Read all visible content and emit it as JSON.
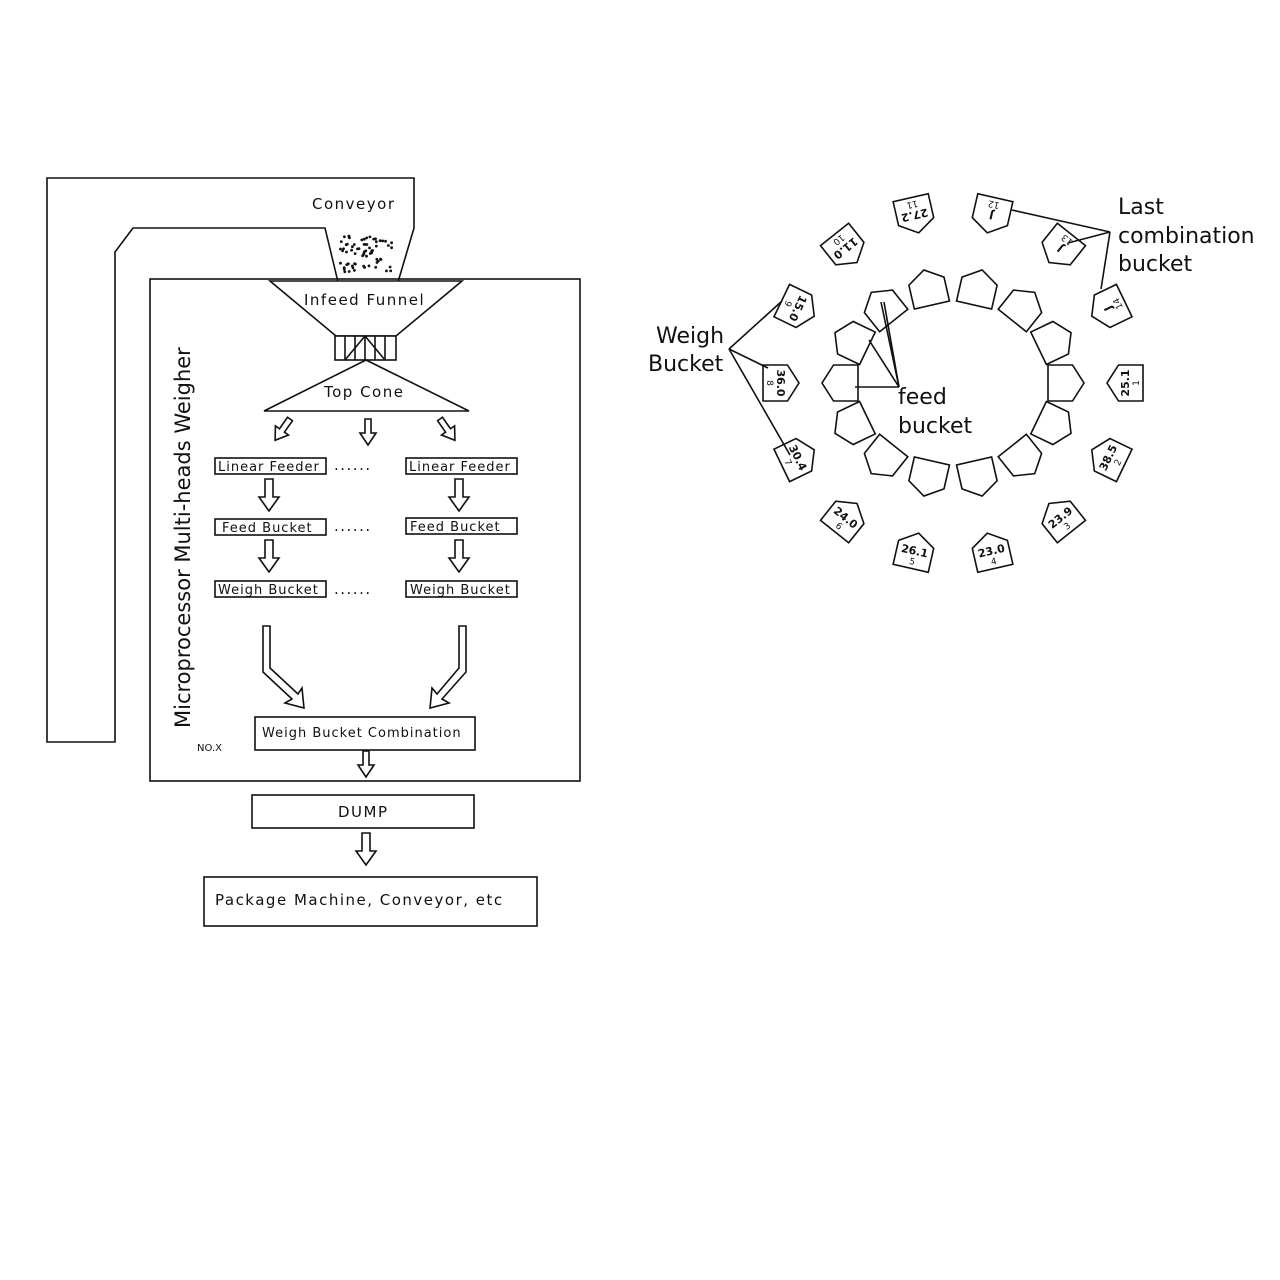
{
  "flowchart": {
    "conveyor": "Conveyor",
    "infeed_funnel": "Infeed Funnel",
    "top_cone": "Top Cone",
    "vertical_title": "Microprocessor Multi-heads Weigher",
    "linear_feeder": "Linear Feeder",
    "feed_bucket": "Feed Bucket",
    "weigh_bucket": "Weigh Bucket",
    "dots": "......",
    "combination": "Weigh Bucket Combination",
    "no_x": "NO.X",
    "dump": "DUMP",
    "package": "Package Machine, Conveyor, etc"
  },
  "ring": {
    "labels": {
      "weigh_bucket_1": "Weigh",
      "weigh_bucket_2": "Bucket",
      "feed_bucket_1": "feed",
      "feed_bucket_2": "bucket",
      "last_1": "Last",
      "last_2": "combination",
      "last_3": "bucket"
    },
    "weigh_buckets": [
      {
        "num": "1",
        "value": "25.1"
      },
      {
        "num": "2",
        "value": "38.5"
      },
      {
        "num": "3",
        "value": "23.9"
      },
      {
        "num": "4",
        "value": "23.0"
      },
      {
        "num": "5",
        "value": "26.1"
      },
      {
        "num": "6",
        "value": "24.0"
      },
      {
        "num": "7",
        "value": "30.4"
      },
      {
        "num": "8",
        "value": "36.0"
      },
      {
        "num": "9",
        "value": "15.0"
      },
      {
        "num": "10",
        "value": "11.0"
      },
      {
        "num": "11",
        "value": "27.2"
      },
      {
        "num": "12",
        "value": "J"
      },
      {
        "num": "13",
        "value": "J"
      },
      {
        "num": "14",
        "value": "J"
      }
    ]
  }
}
